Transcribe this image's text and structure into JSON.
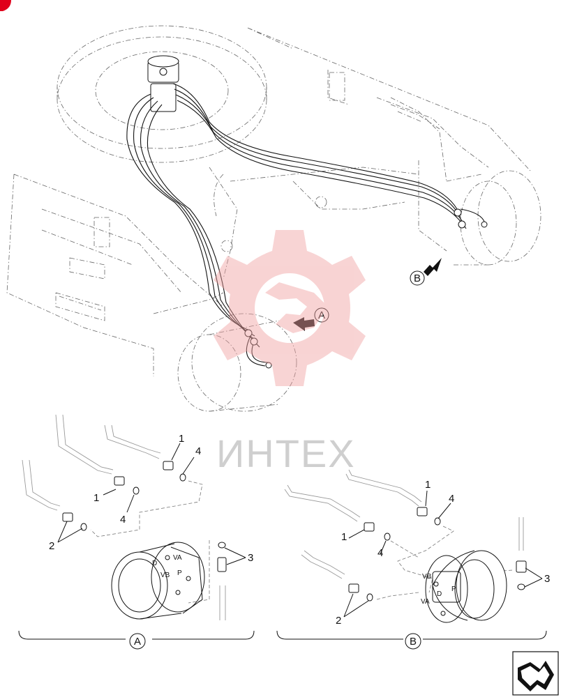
{
  "callouts": {
    "view_a": "A",
    "view_b": "B"
  },
  "detail_a": {
    "items": [
      "1",
      "1",
      "2",
      "3",
      "4",
      "4"
    ],
    "ports": [
      "VA",
      "D",
      "VB",
      "P"
    ],
    "view_label": "A"
  },
  "detail_b": {
    "items": [
      "1",
      "1",
      "2",
      "3",
      "4",
      "4"
    ],
    "ports": [
      "VB",
      "D",
      "P",
      "VA"
    ],
    "view_label": "B"
  },
  "watermark": {
    "text": "ИНТЕХ",
    "color": "#f0a0a0"
  },
  "nav_icon": "next-page-arrow-icon",
  "accent_color": "#e0001b"
}
